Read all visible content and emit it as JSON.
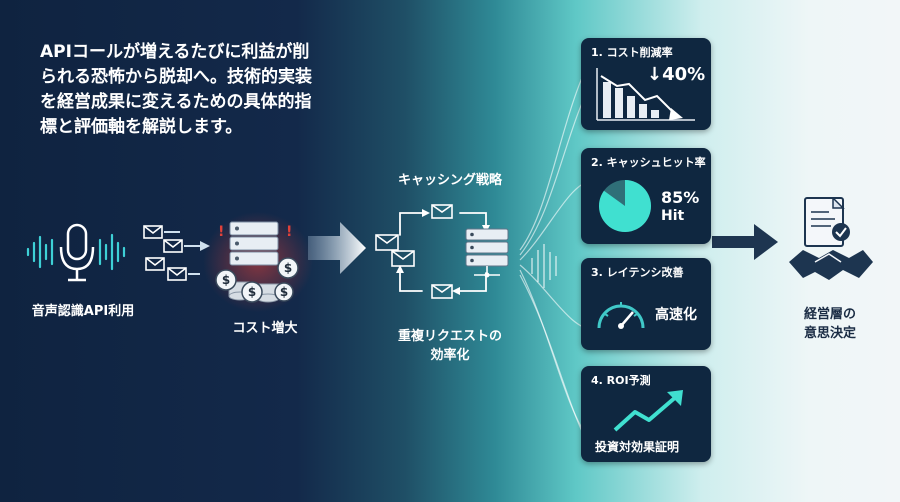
{
  "headline": {
    "lines": [
      "APIコールが増えるたびに利益が削",
      "られる恐怖から脱却へ。技術的実装",
      "を経営成果に変えるための具体的指",
      "標と評価軸を解説します。"
    ]
  },
  "flow": {
    "speech_label": "音声認識API利用",
    "cost_label": "コスト増大",
    "caching_label": "キャッシング戦略",
    "dedup_label_lines": [
      "重複リクエストの",
      "効率化"
    ],
    "decision_label_lines": [
      "経営層の",
      "意思決定"
    ]
  },
  "cards": {
    "cost": {
      "title": "1. コスト削減率",
      "value": "↓40%"
    },
    "cache": {
      "title": "2. キャッシュヒット率",
      "value": "85%",
      "sub": "Hit",
      "fraction": 0.85
    },
    "latency": {
      "title": "3. レイテンシ改善",
      "value": "高速化"
    },
    "roi": {
      "title": "4. ROI予測",
      "value": "投資対効果証明"
    }
  },
  "colors": {
    "navy": "#0f2340",
    "teal": "#40e0d0",
    "alert_red": "#e0413a",
    "card_bg": "#0f2740"
  }
}
